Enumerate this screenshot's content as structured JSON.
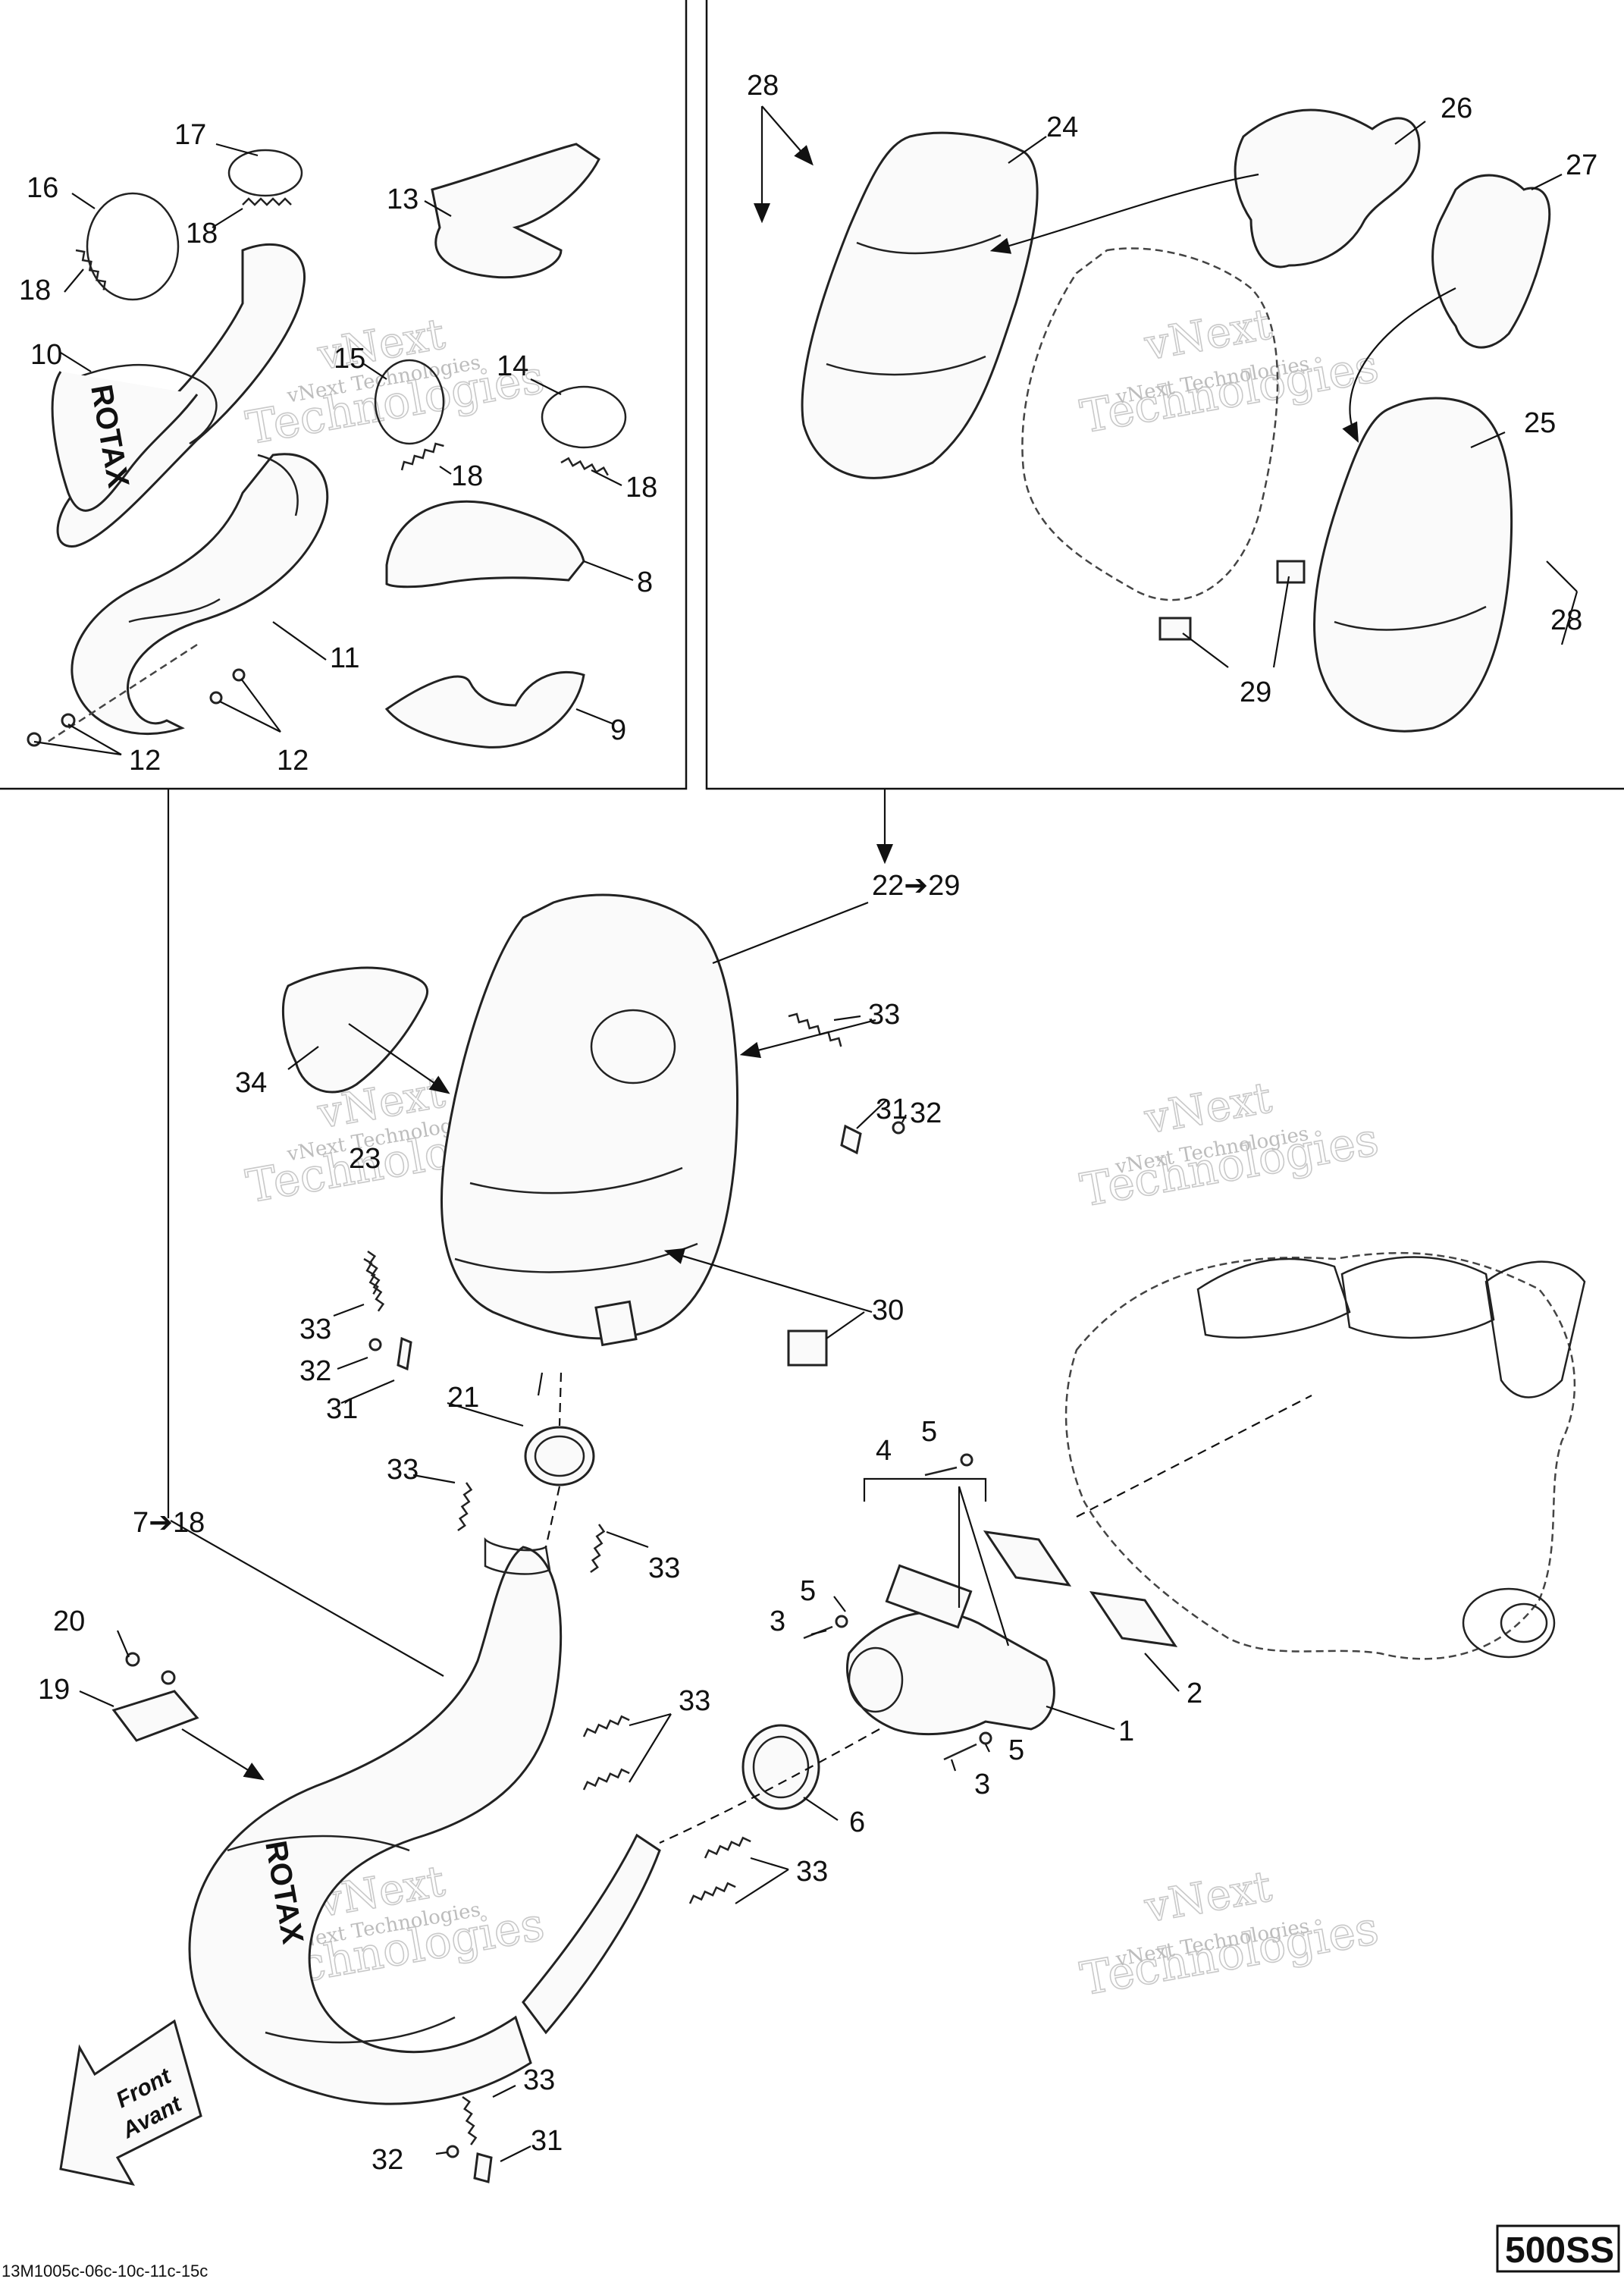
{
  "labels": {
    "l1": "1",
    "l2": "2",
    "l3a": "3",
    "l3b": "3",
    "l4": "4",
    "l5a": "5",
    "l5b": "5",
    "l5c": "5",
    "l6": "6",
    "l7_18": "7➔18",
    "l8": "8",
    "l9": "9",
    "l10": "10",
    "l11": "11",
    "l12a": "12",
    "l12b": "12",
    "l13": "13",
    "l14": "14",
    "l15": "15",
    "l16": "16",
    "l17": "17",
    "l18a": "18",
    "l18b": "18",
    "l18c": "18",
    "l18d": "18",
    "l19": "19",
    "l20": "20",
    "l21": "21",
    "l22_29": "22➔29",
    "l23": "23",
    "l24": "24",
    "l25": "25",
    "l26": "26",
    "l27": "27",
    "l28a": "28",
    "l28b": "28",
    "l29": "29",
    "l30": "30",
    "l31a": "31",
    "l31b": "31",
    "l31c": "31",
    "l32a": "32",
    "l32b": "32",
    "l32c": "32",
    "l33a": "33",
    "l33b": "33",
    "l33c": "33",
    "l33d": "33",
    "l33e": "33",
    "l33f": "33",
    "l33g": "33",
    "l34": "34"
  },
  "logo_text": "ROTAX",
  "front_arrow": {
    "line1": "Front",
    "line2": "Avant"
  },
  "watermark": {
    "line1": "vNext",
    "line2": "Technologies",
    "line3": "vNext Technologies"
  },
  "model_badge": "500SS",
  "drawing_code": "13M1005c-06c-10c-11c-15c"
}
